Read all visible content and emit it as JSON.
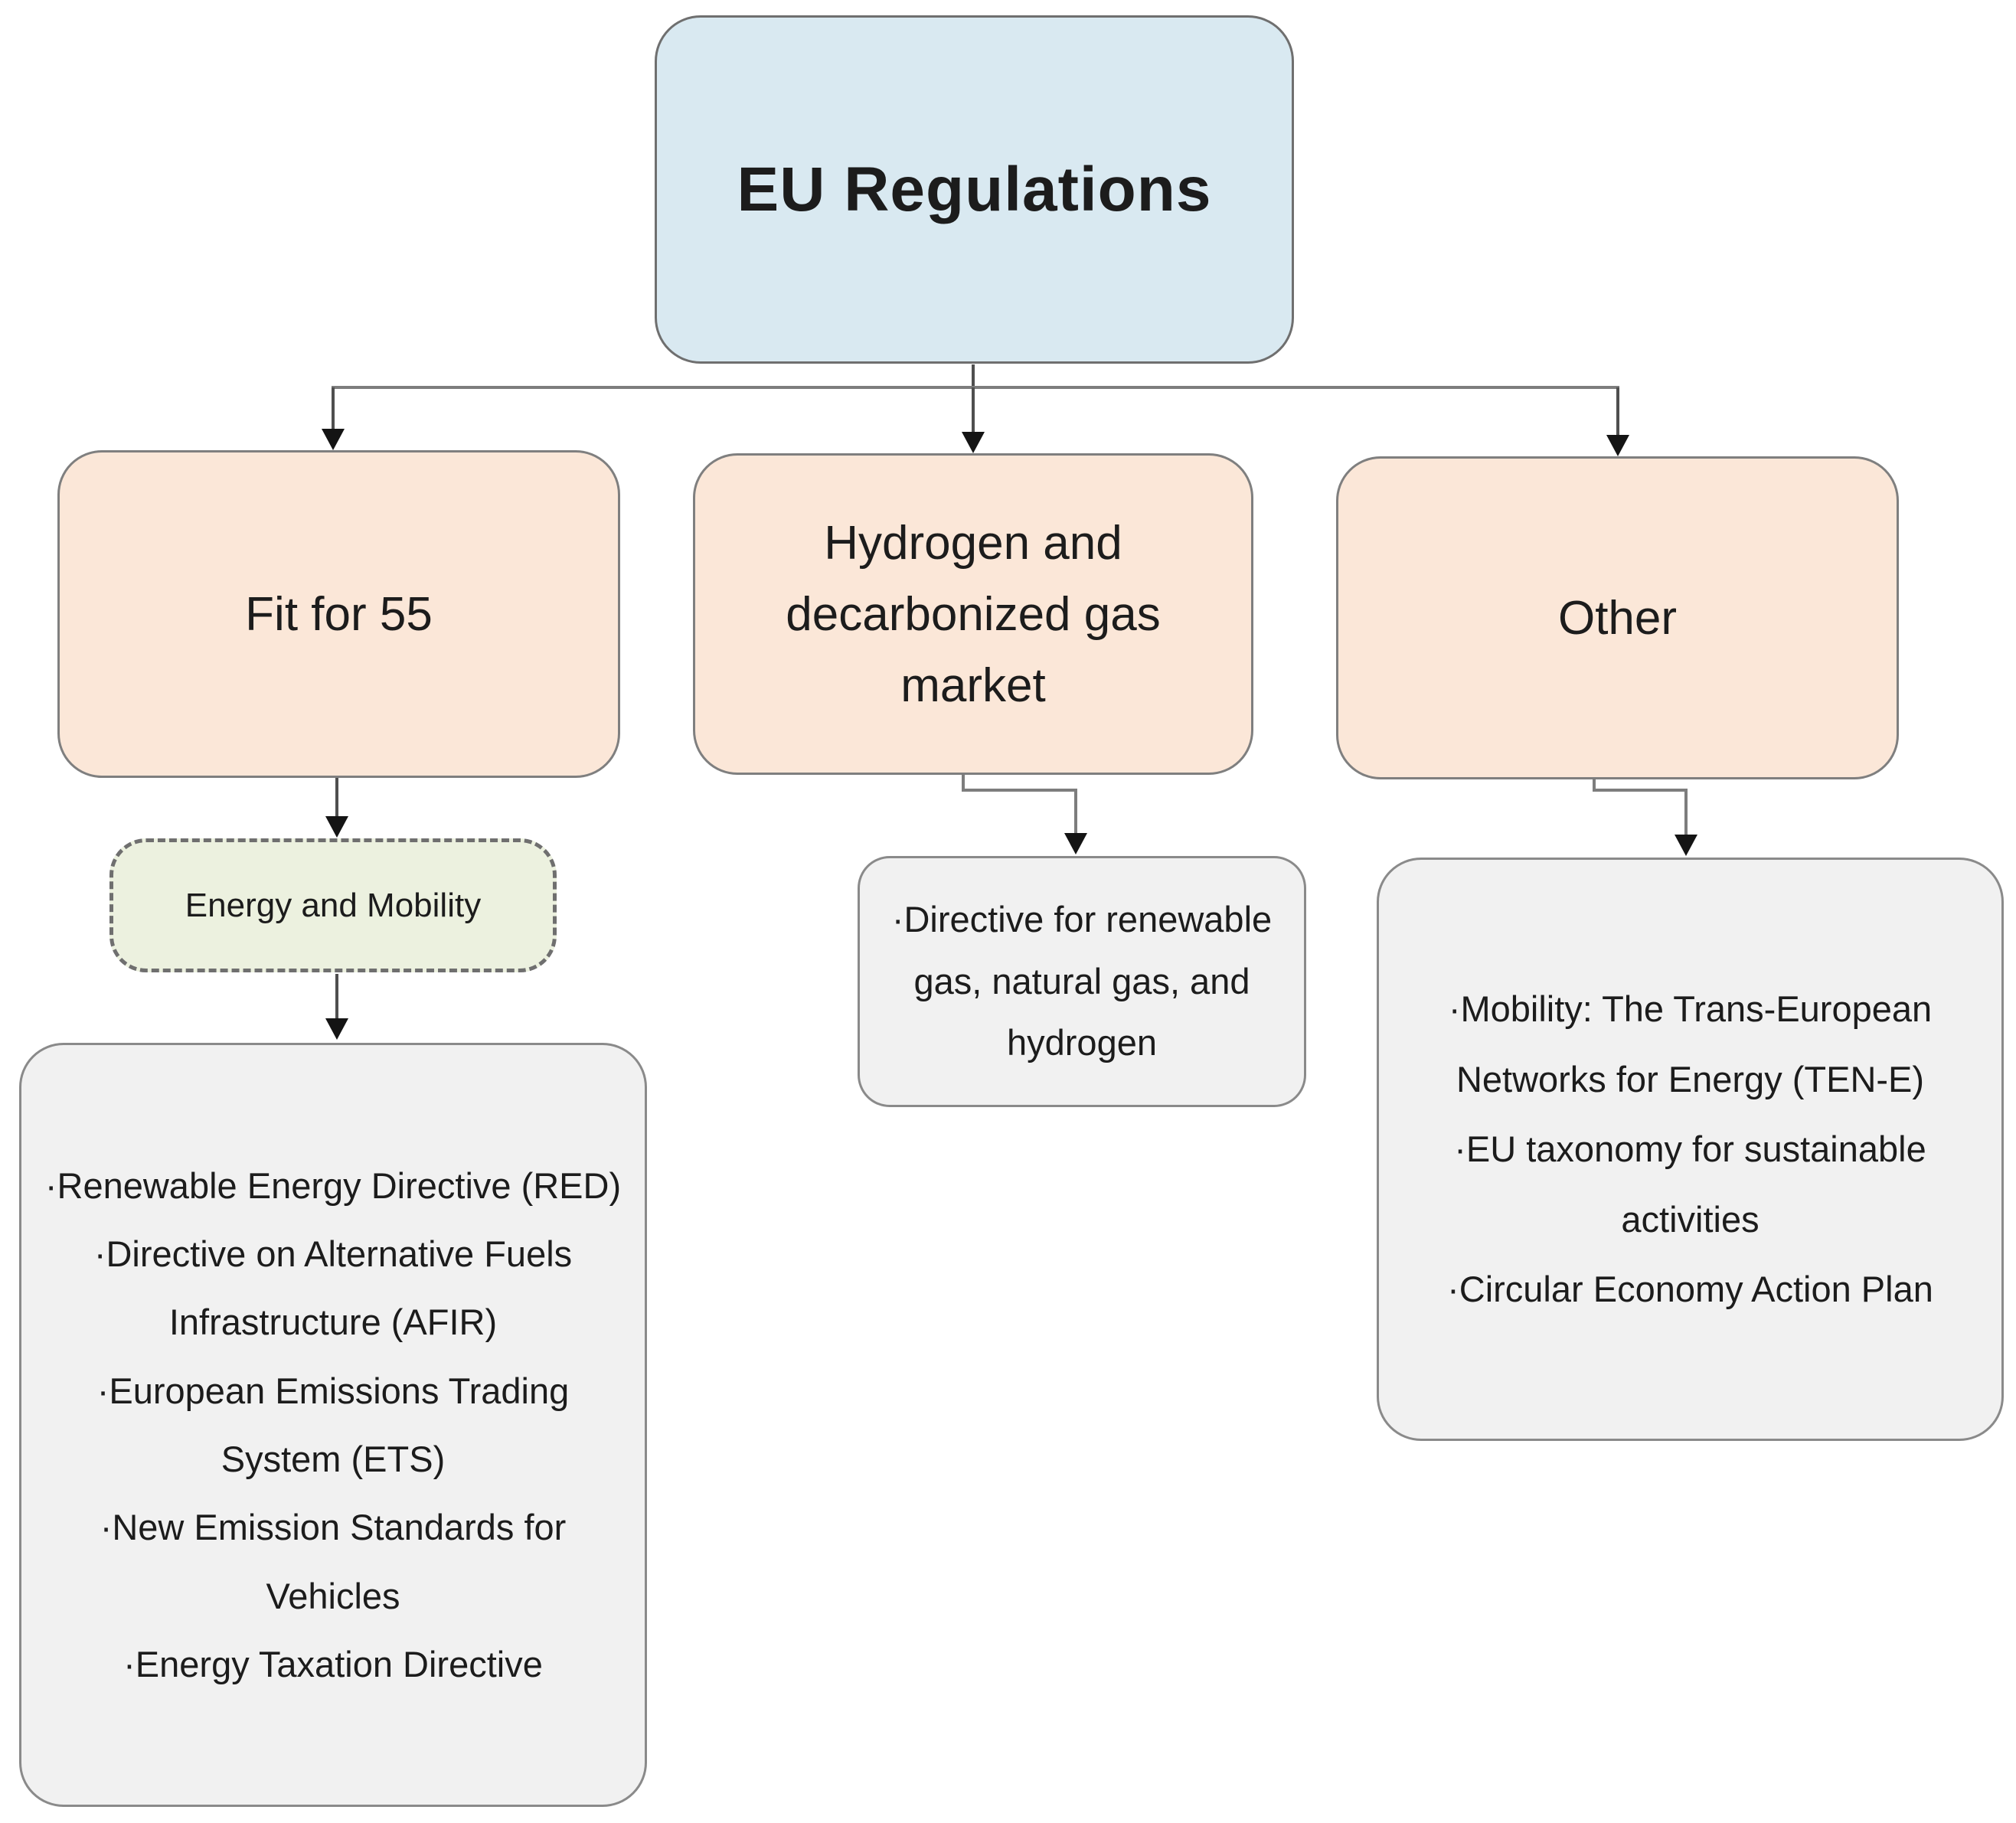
{
  "diagram": {
    "root": {
      "label": "EU Regulations"
    },
    "branches": {
      "fit55": {
        "label": "Fit for 55"
      },
      "hydrogen": {
        "label": "Hydrogen and decarbonized gas market"
      },
      "other": {
        "label": "Other"
      }
    },
    "subnode": {
      "label": "Energy and Mobility"
    },
    "details": {
      "fit55": {
        "items": [
          "·Renewable Energy Directive (RED)",
          "·Directive on Alternative Fuels Infrastructure (AFIR)",
          "·European Emissions Trading System (ETS)",
          "·New Emission Standards for Vehicles",
          "·Energy Taxation Directive"
        ]
      },
      "hydrogen": {
        "items": [
          "·Directive for renewable gas, natural gas, and hydrogen"
        ]
      },
      "other": {
        "items": [
          "·Mobility: The Trans-European Networks for Energy (TEN-E)",
          "·EU taxonomy for sustainable activities",
          "·Circular Economy Action Plan"
        ]
      }
    },
    "colors": {
      "root_fill": "#d9e9f1",
      "branch_fill": "#fbe7d8",
      "subnode_fill": "#ecf1df",
      "detail_fill": "#f1f1f1",
      "box_border": "#7f7f7f",
      "connector_line": "#7d7d7d",
      "arrowhead": "#141414",
      "text": "#1c1c1c"
    }
  }
}
